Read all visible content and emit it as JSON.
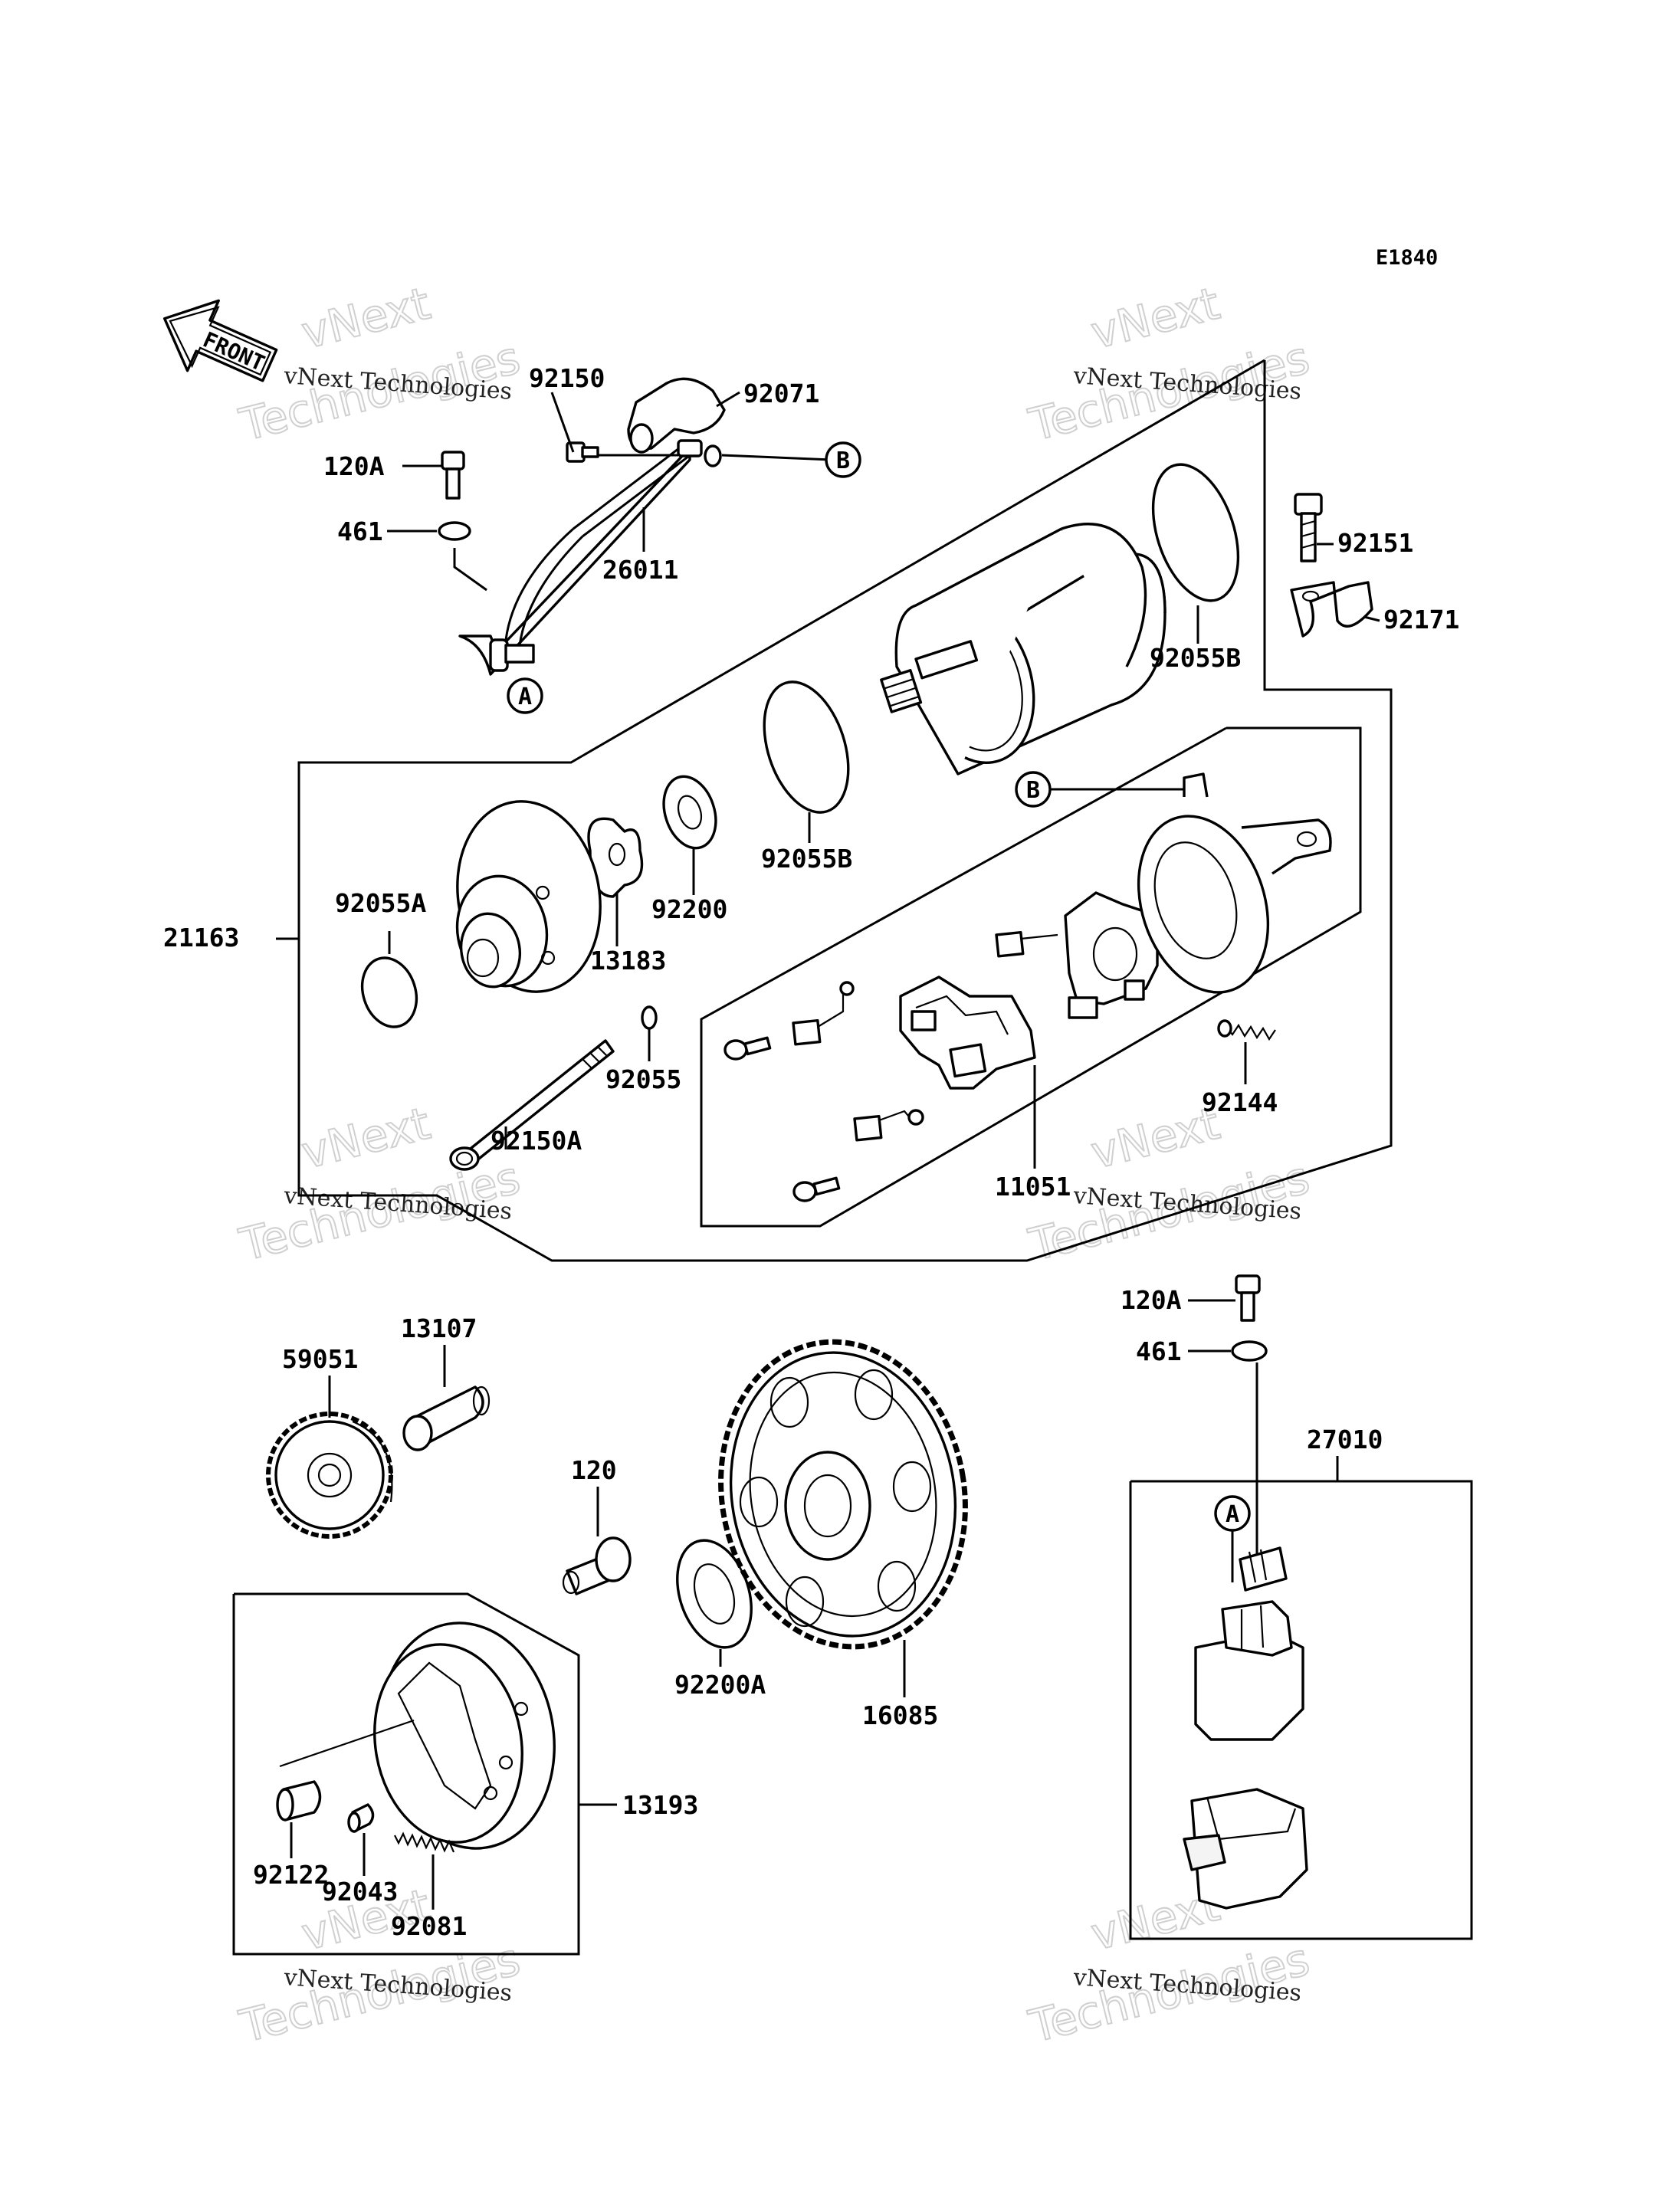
{
  "diagram_code": "E1840",
  "front_label": "FRONT",
  "watermark": {
    "line1": "vNext Technologies",
    "big1": "vNext",
    "big2": "Technologies"
  },
  "refs": {
    "a": "A",
    "b": "B"
  },
  "parts": {
    "p92150": "92150",
    "p92071": "92071",
    "p120A_top": "120A",
    "p461_top": "461",
    "p26011": "26011",
    "p92151": "92151",
    "p92171": "92171",
    "p92055B_top": "92055B",
    "p92055B_mid": "92055B",
    "p21163": "21163",
    "p92055A": "92055A",
    "p13183": "13183",
    "p92200": "92200",
    "p92055": "92055",
    "p92150A": "92150A",
    "p11051": "11051",
    "p92144": "92144",
    "p120A_bottom": "120A",
    "p461_bottom": "461",
    "p27010": "27010",
    "p59051": "59051",
    "p13107": "13107",
    "p120": "120",
    "p92200A": "92200A",
    "p16085": "16085",
    "p13193": "13193",
    "p92122": "92122",
    "p92043": "92043",
    "p92081": "92081"
  }
}
